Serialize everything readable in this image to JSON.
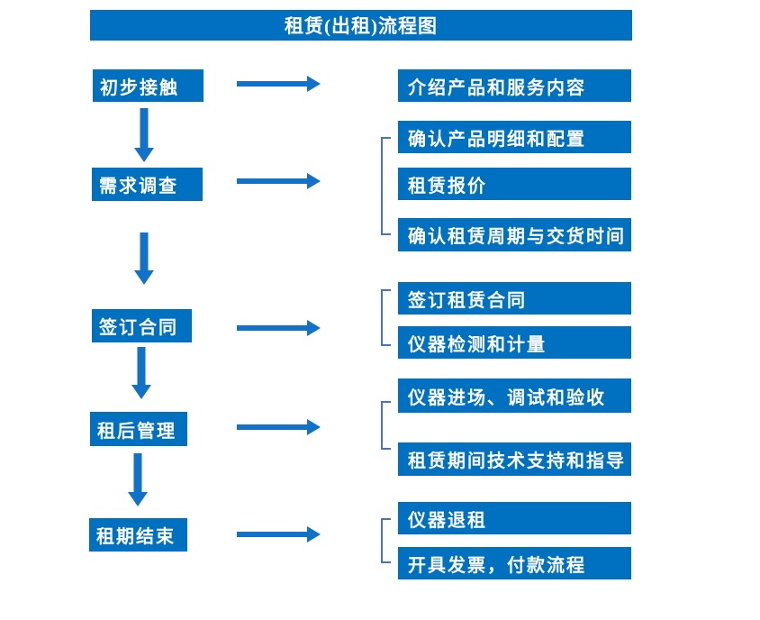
{
  "title": "租赁(出租)流程图",
  "colors": {
    "box-blue": "#0070C0",
    "arrow-blue": "#1272CA",
    "bracket-blue": "#4472C4",
    "text-white": "#FFFFFF"
  },
  "chart_data": {
    "type": "table",
    "title": "租赁(出租)流程图",
    "categories": [
      "初步接触",
      "需求调查",
      "签订合同",
      "租后管理",
      "租期结束"
    ],
    "series": [
      {
        "name": "初步接触",
        "values": [
          "介绍产品和服务内容"
        ]
      },
      {
        "name": "需求调查",
        "values": [
          "确认产品明细和配置",
          "租赁报价",
          "确认租赁周期与交货时间"
        ]
      },
      {
        "name": "签订合同",
        "values": [
          "签订租赁合同",
          "仪器检测和计量"
        ]
      },
      {
        "name": "租后管理",
        "values": [
          "仪器进场、调试和验收",
          "租赁期间技术支持和指导"
        ]
      },
      {
        "name": "租期结束",
        "values": [
          "仪器退租",
          "开具发票，付款流程"
        ]
      }
    ]
  },
  "stages": [
    {
      "name": "初步接触",
      "details": [
        "介绍产品和服务内容"
      ]
    },
    {
      "name": "需求调查",
      "details": [
        "确认产品明细和配置",
        "租赁报价",
        "确认租赁周期与交货时间"
      ]
    },
    {
      "name": "签订合同",
      "details": [
        "签订租赁合同",
        "仪器检测和计量"
      ]
    },
    {
      "name": "租后管理",
      "details": [
        "仪器进场、调试和验收",
        "租赁期间技术支持和指导"
      ]
    },
    {
      "name": "租期结束",
      "details": [
        "仪器退租",
        "开具发票，付款流程"
      ]
    }
  ]
}
